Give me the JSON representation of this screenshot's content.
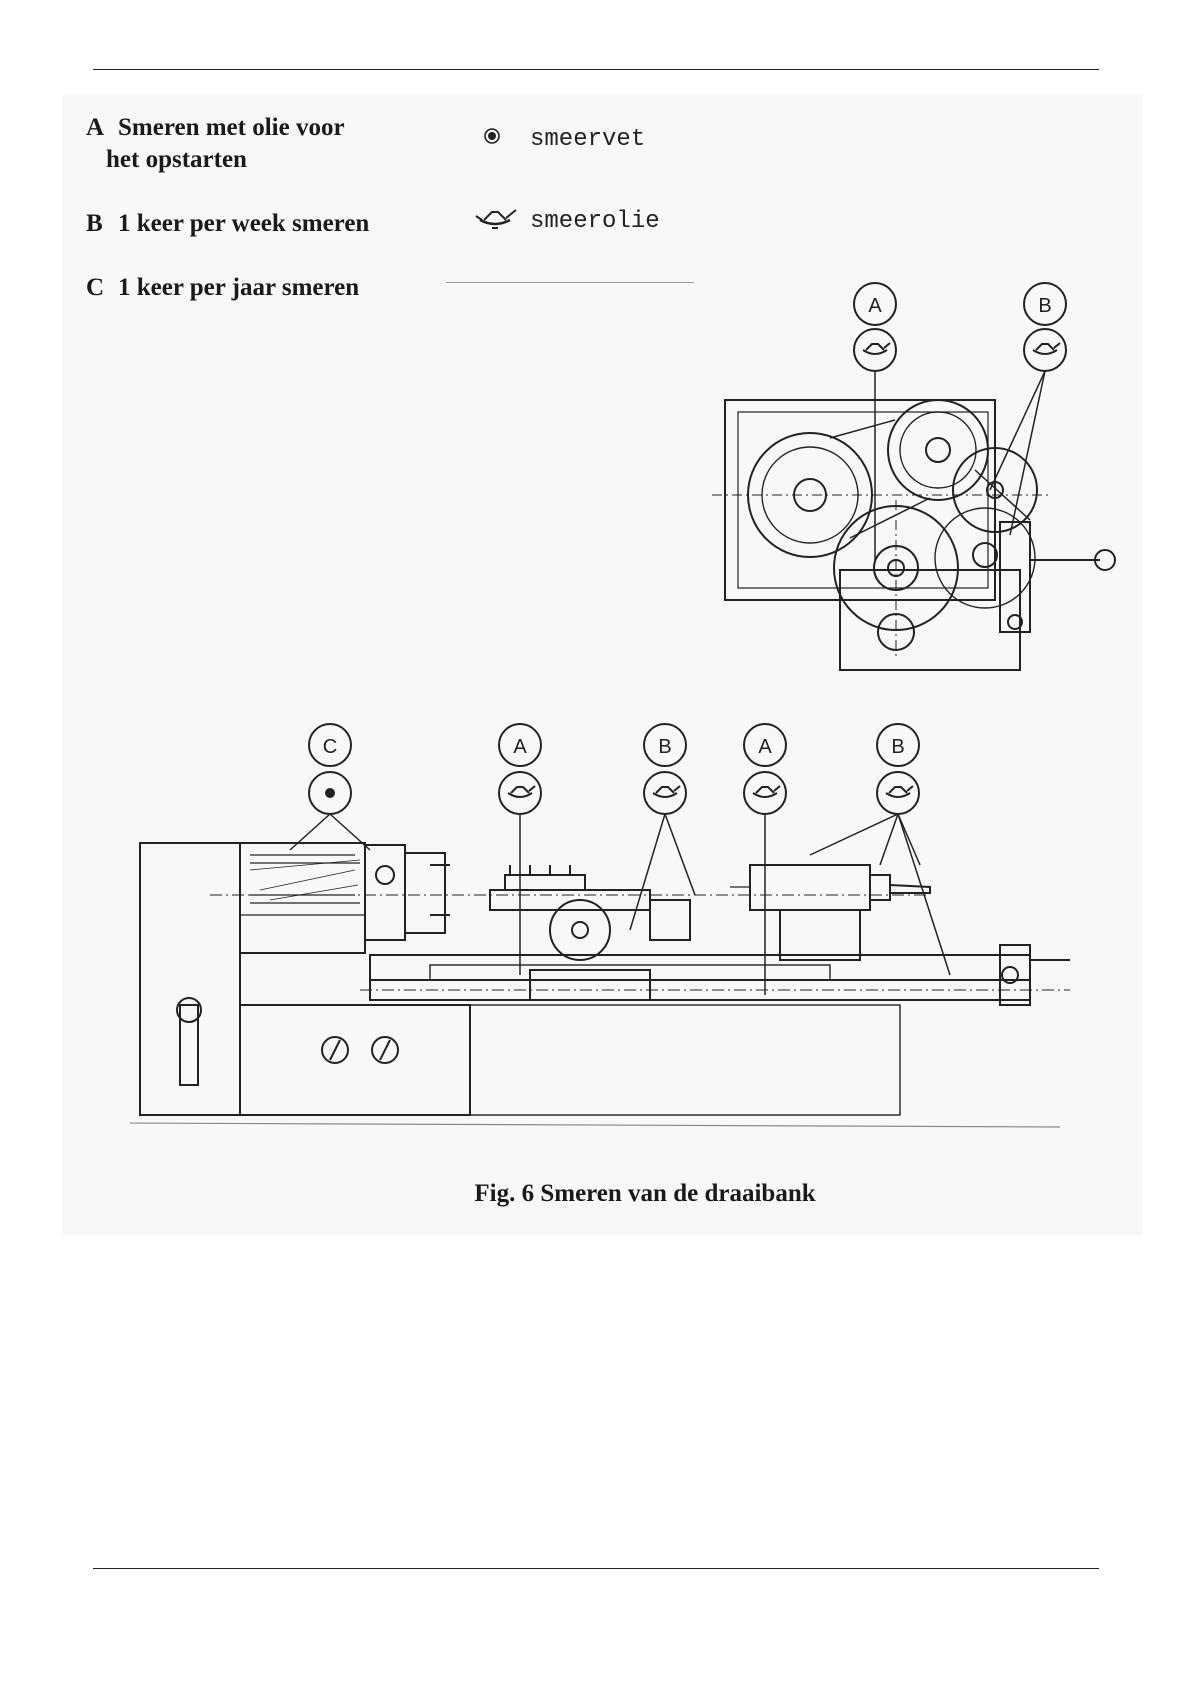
{
  "legend": {
    "a": {
      "letter": "A",
      "text_line1": "Smeren met olie voor",
      "text_line2": "het opstarten"
    },
    "b": {
      "letter": "B",
      "text": "1 keer per week smeren"
    },
    "c": {
      "letter": "C",
      "text": "1 keer per jaar smeren"
    }
  },
  "key": {
    "grease_label": "smeervet",
    "oil_label": "smeerolie",
    "grease_icon": "grease-point-icon",
    "oil_icon": "oil-can-icon"
  },
  "headstock_markers": {
    "left": "A",
    "right": "B"
  },
  "lathe_markers": {
    "m1": "C",
    "m2": "A",
    "m3": "B",
    "m4": "A",
    "m5": "B"
  },
  "caption": "Fig. 6  Smeren van de draaibank"
}
